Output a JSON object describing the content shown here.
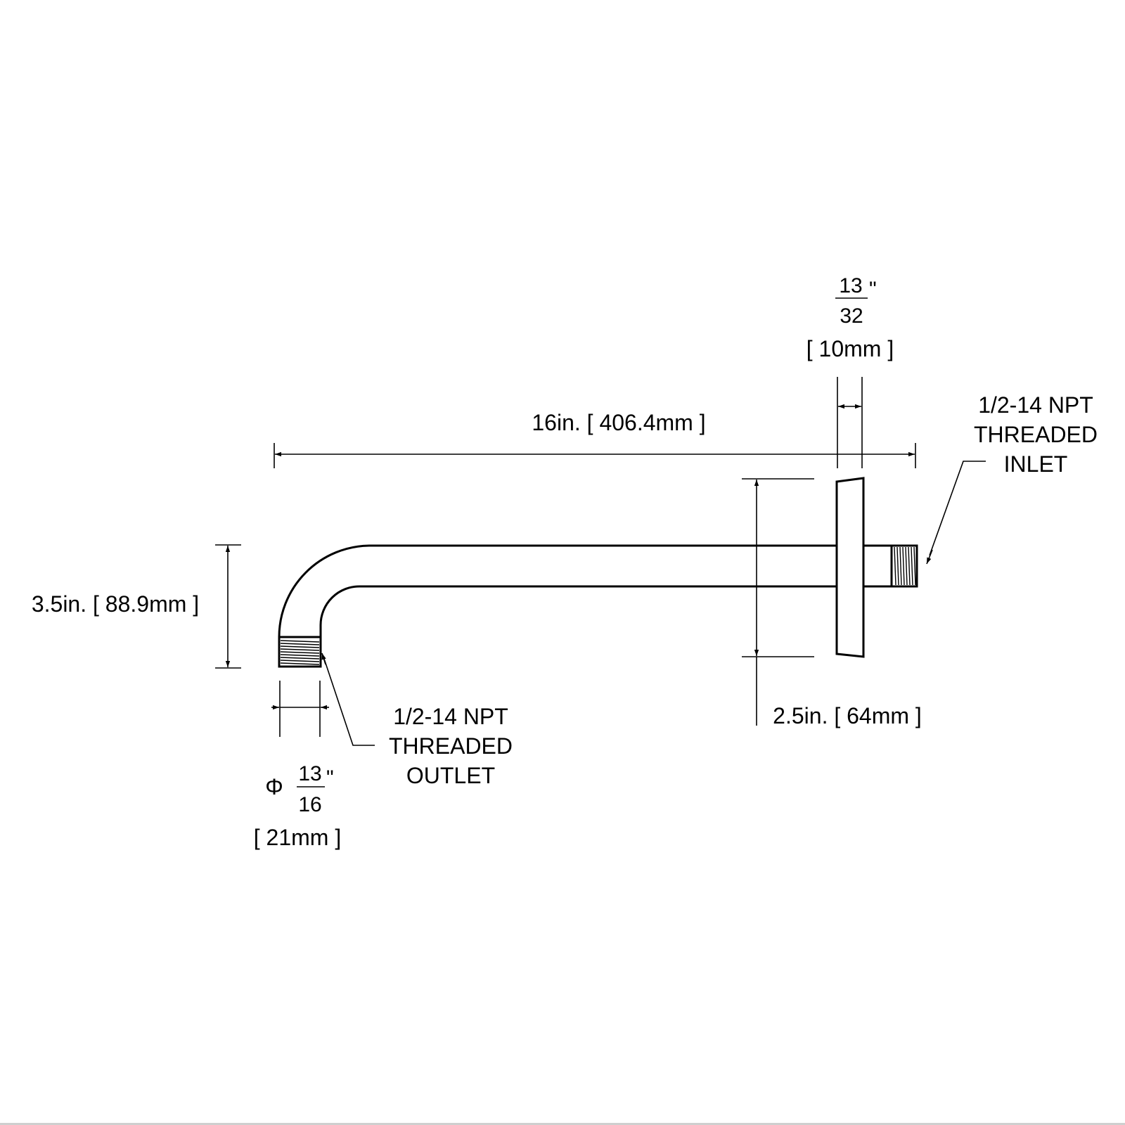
{
  "colors": {
    "line": "#000000",
    "background": "#ffffff"
  },
  "dimensions": {
    "length": "16in. [ 406.4mm ]",
    "drop": "3.5in. [ 88.9mm ]",
    "flange_diameter": "2.5in. [ 64mm ]",
    "flange_thickness": {
      "numerator": "13",
      "denominator": "32",
      "unit": "\"",
      "metric": "[ 10mm ]"
    },
    "outlet_diameter": {
      "symbol": "Φ",
      "numerator": "13",
      "denominator": "16",
      "unit": "\"",
      "metric": "[ 21mm ]"
    }
  },
  "callouts": {
    "inlet": [
      "1/2-14 NPT",
      "THREADED",
      "INLET"
    ],
    "outlet": [
      "1/2-14 NPT",
      "THREADED",
      "OUTLET"
    ]
  }
}
